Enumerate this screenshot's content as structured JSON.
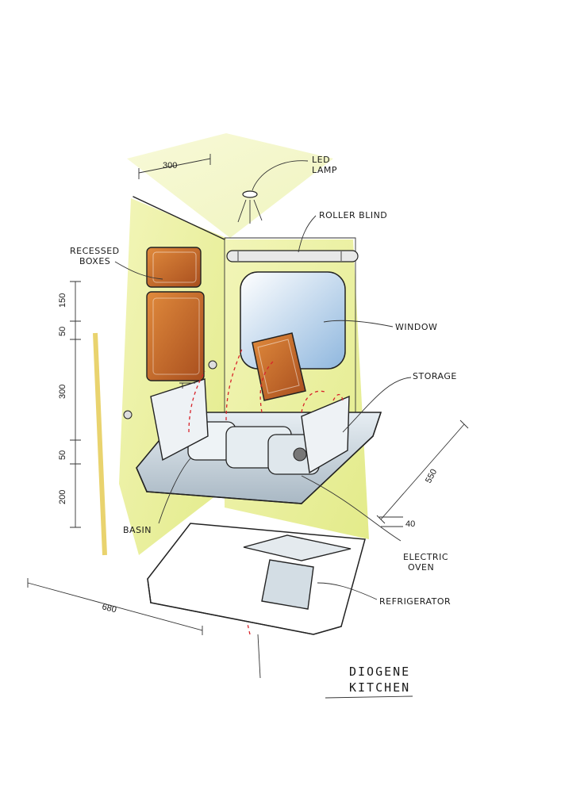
{
  "title": [
    "DIOGENE",
    "KITCHEN"
  ],
  "labels": {
    "led_lamp": [
      "LED",
      "LAMP"
    ],
    "roller_blind": "ROLLER BLIND",
    "recessed_boxes": [
      "RECESSED",
      "BOXES"
    ],
    "window": "WINDOW",
    "storage": "STORAGE",
    "basin": "BASIN",
    "electric_oven": [
      "ELECTRIC",
      "OVEN"
    ],
    "refrigerator": "REFRIGERATOR"
  },
  "dimensions": {
    "top_width": "300",
    "v_150": "150",
    "v_50a": "50",
    "v_300": "300",
    "v_50b": "50",
    "v_200": "200",
    "depth_550": "550",
    "overhang_40": "40",
    "width_680": "680"
  },
  "colors": {
    "wall_yellow": "#eef2a8",
    "box_orange": "#c8682a",
    "window_blue": "#aecbe6",
    "surface_grey": "#cfd8df",
    "flow_red": "#d8232a"
  }
}
